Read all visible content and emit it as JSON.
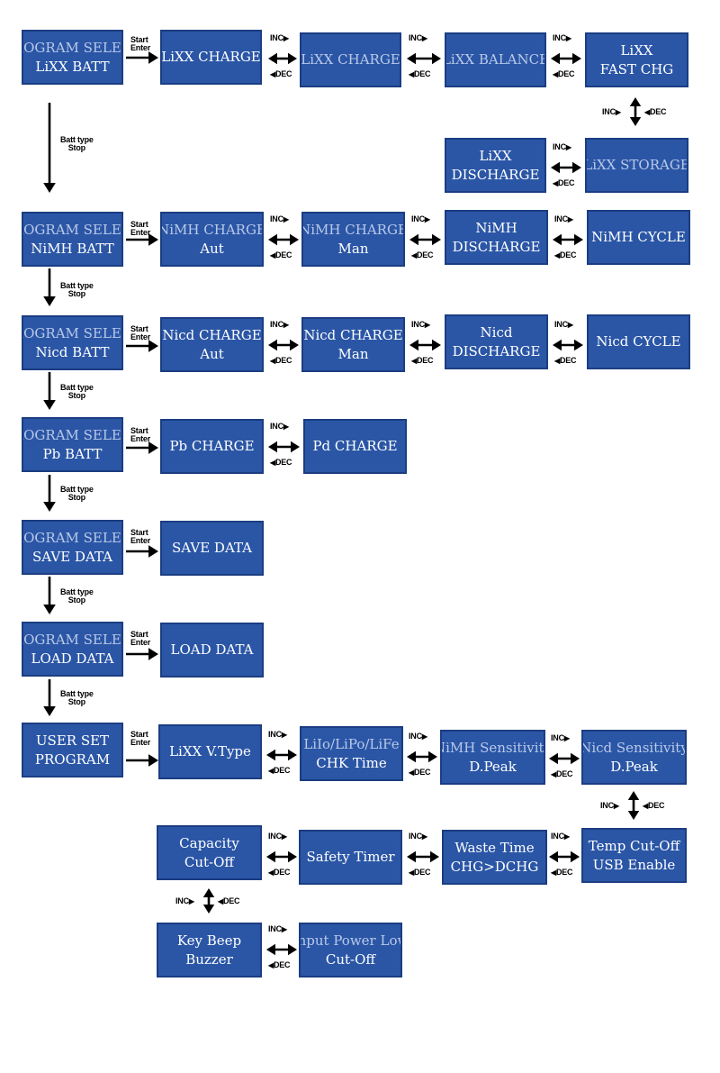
{
  "labels": {
    "start": "Start",
    "enter": "Enter",
    "batt_type": "Batt type",
    "stop": "Stop",
    "inc": "INC",
    "dec": "DEC"
  },
  "row1": {
    "program_select": "PROGRAM SELECT",
    "lixx_batt": "LiXX BATT",
    "lixx_charge": "LiXX CHARGE",
    "lixx_charge_2": "LiXX CHARGE",
    "lixx_balance": "LiXX BALANCE",
    "fast_chg_l1": "LiXX",
    "fast_chg_l2": "FAST CHG",
    "discharge_l1": "LiXX",
    "discharge_l2": "DISCHARGE",
    "storage": "LiXX STORAGE"
  },
  "row_nimh": {
    "program_select": "PROGRAM SELECT",
    "batt": "NiMH BATT",
    "charge_aut_l1": "NiMH CHARGE",
    "charge_aut_l2": "Aut",
    "charge_man_l1": "NiMH CHARGE",
    "charge_man_l2": "Man",
    "discharge_l1": "NiMH",
    "discharge_l2": "DISCHARGE",
    "cycle": "NiMH CYCLE"
  },
  "row_nicd": {
    "program_select": "PROGRAM SELECT",
    "batt": "Nicd BATT",
    "charge_aut_l1": "Nicd CHARGE",
    "charge_aut_l2": "Aut",
    "charge_man_l1": "Nicd CHARGE",
    "charge_man_l2": "Man",
    "discharge_l1": "Nicd",
    "discharge_l2": "DISCHARGE",
    "cycle": "Nicd CYCLE"
  },
  "row_pb": {
    "program_select": "PROGRAM SELECT",
    "batt": "Pb BATT",
    "charge": "Pb CHARGE",
    "charge_2": "Pd CHARGE"
  },
  "row_save": {
    "program_select": "PROGRAM SELECT",
    "label": "SAVE DATA",
    "target": "SAVE DATA"
  },
  "row_load": {
    "program_select": "PROGRAM SELECT",
    "label": "LOAD DATA",
    "target": "LOAD DATA"
  },
  "user_set": {
    "title_l1": "USER SET",
    "title_l2": "PROGRAM",
    "vtype": "LiXX V.Type",
    "chk_l1": "LiIo/LiPo/LiFe",
    "chk_l2": "CHK Time",
    "nimh_sens_l1": "NiMH Sensitivity",
    "nimh_sens_l2": "D.Peak",
    "nicd_sens_l1": "Nicd Sensitivity",
    "nicd_sens_l2": "D.Peak",
    "temp_l1": "Temp Cut-Off",
    "temp_l2": "USB Enable",
    "waste_l1": "Waste Time",
    "waste_l2": "CHG>DCHG",
    "safety": "Safety Timer",
    "capacity_l1": "Capacity",
    "capacity_l2": "Cut-Off",
    "beep_l1": "Key Beep",
    "beep_l2": "Buzzer",
    "input_l1": "Input Power Low",
    "input_l2": "Cut-Off"
  },
  "colors": {
    "box_fill": "#2b56a6",
    "box_border": "#1b3d82",
    "text_bright": "#ffffff",
    "text_dim": "#b9c9e8",
    "arrow": "#000000"
  }
}
